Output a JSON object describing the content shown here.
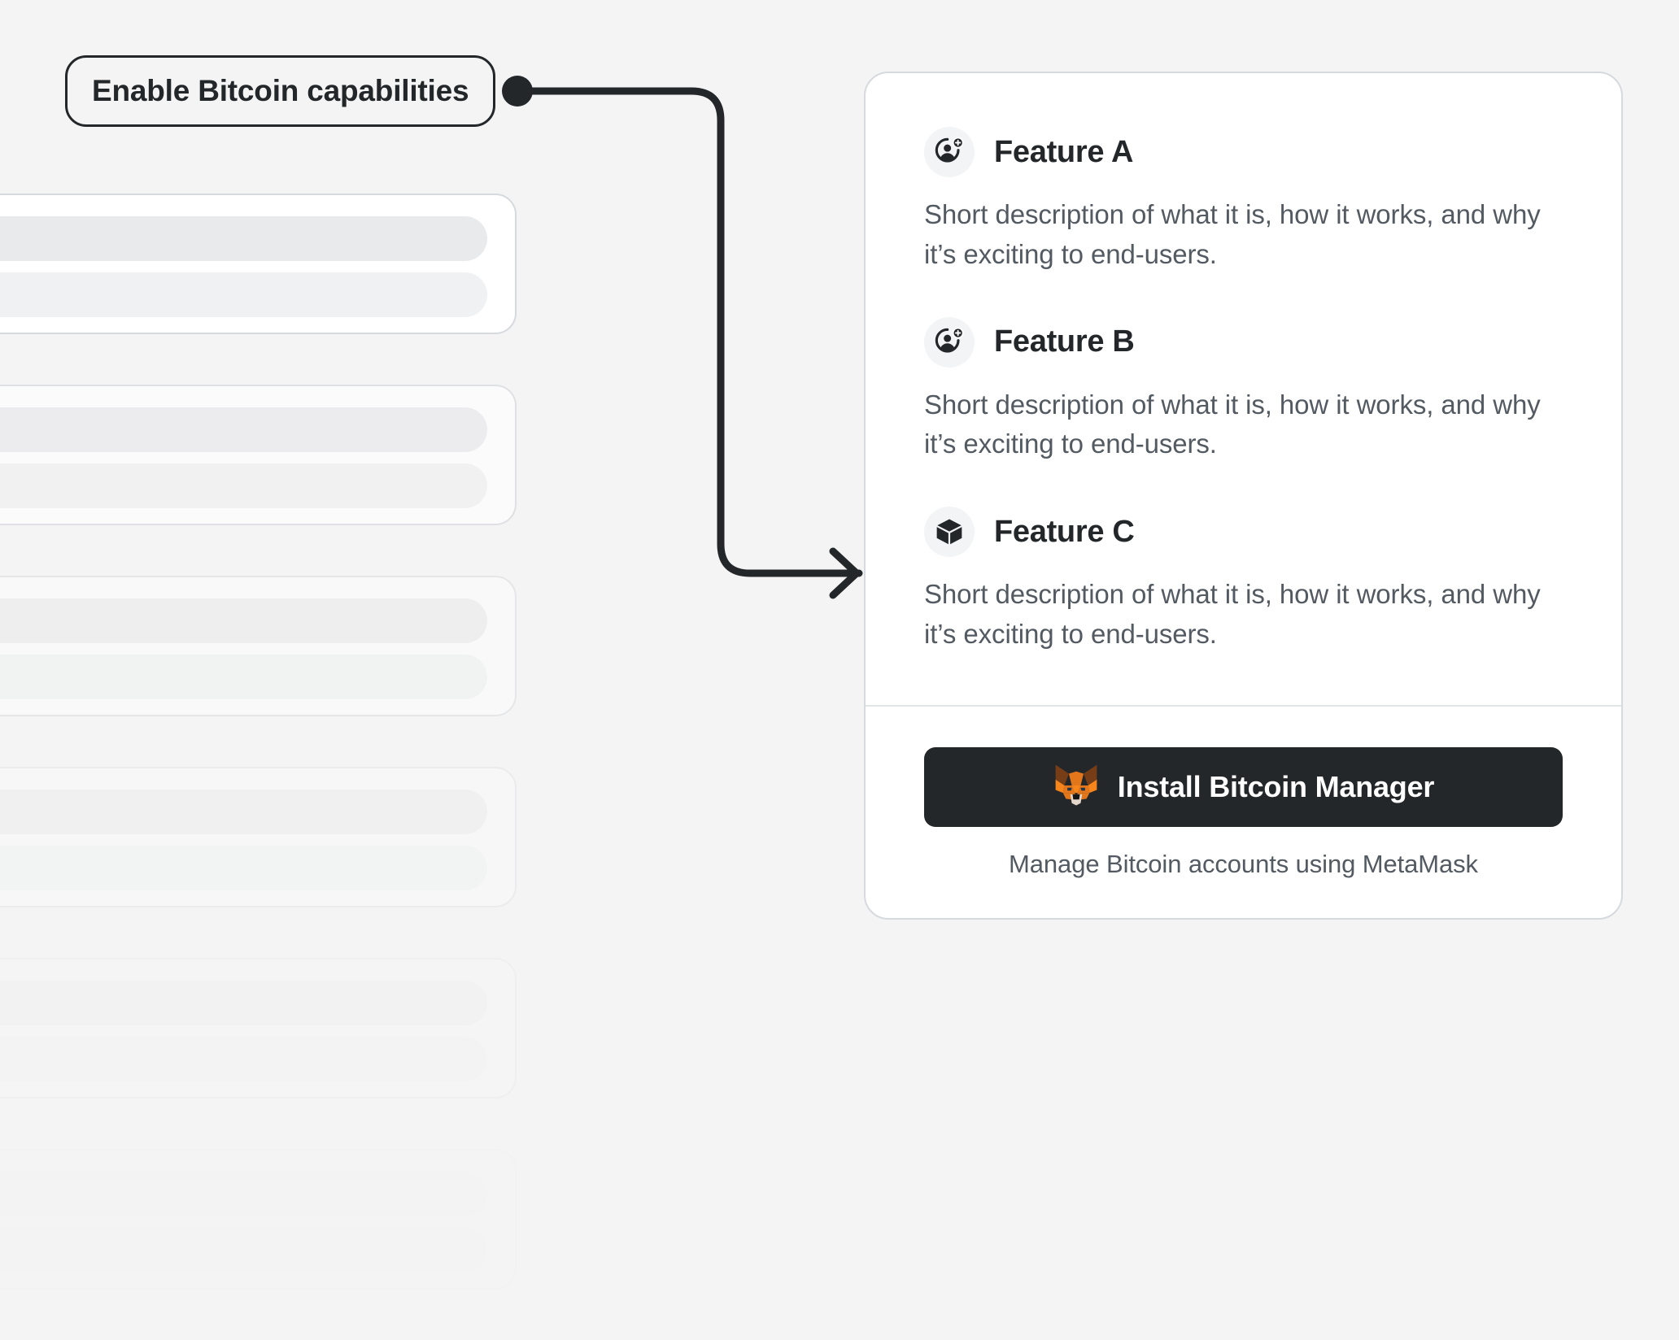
{
  "page": {
    "background_color": "#f4f4f4"
  },
  "annotation": {
    "label": "Enable Bitcoin capabilities",
    "border_color": "#24272a",
    "connector_color": "#24272a"
  },
  "skeleton": {
    "placeholder_count": 6,
    "card_color": "#ffffff",
    "bar_color": "#e9eaec"
  },
  "card": {
    "border_color": "#d6d9dd",
    "background": "#ffffff",
    "icon_badge_color": "#f2f4f6",
    "features": [
      {
        "icon": "user-add-icon",
        "title": "Feature A",
        "description": "Short description of what it is, how it works, and why it’s exciting to end-users."
      },
      {
        "icon": "user-add-icon",
        "title": "Feature B",
        "description": "Short description of what it is, how it works, and why it’s exciting to end-users."
      },
      {
        "icon": "cube-icon",
        "title": "Feature C",
        "description": "Short description of what it is, how it works, and why it’s exciting to end-users."
      }
    ],
    "cta": {
      "icon": "metamask-fox-icon",
      "button_label": "Install Bitcoin Manager",
      "button_color": "#24272a",
      "button_text_color": "#ffffff",
      "caption": "Manage Bitcoin accounts using MetaMask",
      "fox_colors": {
        "ear_dark": "#763d16",
        "face_orange": "#e2761b",
        "face_light": "#e4761b",
        "highlight": "#f6851b",
        "muzzle": "#e4d7cb",
        "nose": "#161616"
      }
    }
  }
}
